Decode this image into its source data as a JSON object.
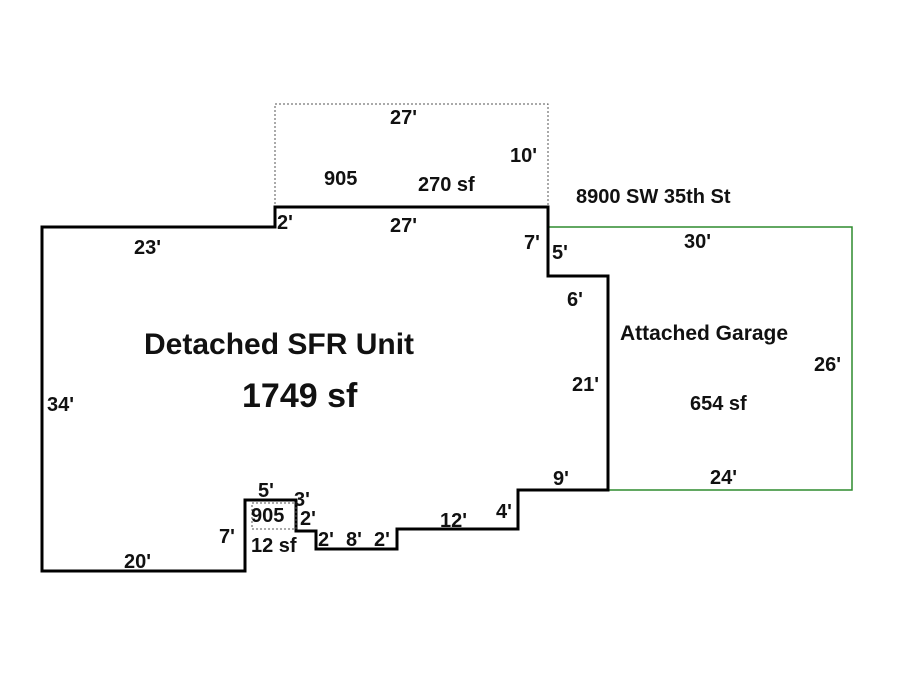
{
  "address": "8900 SW 35th St",
  "main_unit": {
    "title": "Detached SFR Unit",
    "area": "1749 sf",
    "dimensions": [
      "23'",
      "2'",
      "27'",
      "7'",
      "6'",
      "21'",
      "9'",
      "4'",
      "12'",
      "2'",
      "8'",
      "2'",
      "2'",
      "3'",
      "5'",
      "7'",
      "20'",
      "34'"
    ]
  },
  "upper_area": {
    "code": "905",
    "area": "270 sf",
    "dimensions": [
      "27'",
      "10'"
    ]
  },
  "small_area": {
    "code": "905",
    "area": "12 sf"
  },
  "garage": {
    "title": "Attached Garage",
    "area": "654 sf",
    "dimensions": [
      "30'",
      "5'",
      "26'",
      "24'"
    ]
  },
  "colors": {
    "main": "#000000",
    "garage": "#2e8b2e",
    "garage_dark": "#1e5a1e"
  }
}
